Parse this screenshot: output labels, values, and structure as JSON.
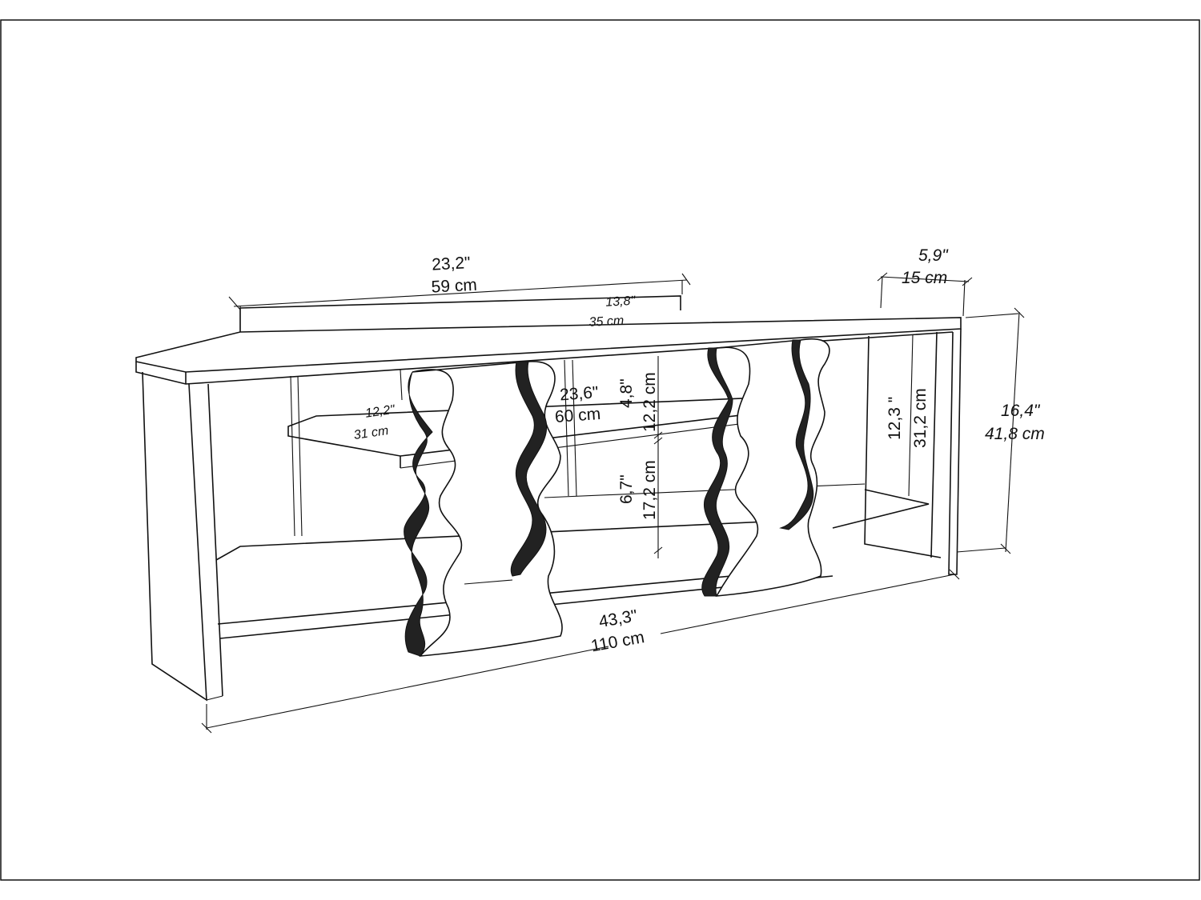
{
  "dimensions": {
    "back_width": {
      "inch": "23,2\"",
      "cm": "59 cm"
    },
    "top_depth": {
      "inch": "13,8\"",
      "cm": "35 cm"
    },
    "side_depth": {
      "inch": "5,9\"",
      "cm": "15 cm"
    },
    "total_height": {
      "inch": "16,4\"",
      "cm": "41,8 cm"
    },
    "inner_height": {
      "inch": "12,3 \"",
      "cm": "31,2 cm"
    },
    "middle_shelf_width": {
      "inch": "23,6\"",
      "cm": "60 cm"
    },
    "upper_gap": {
      "inch": "4,8\"",
      "cm": "12,2 cm"
    },
    "middle_shelf_depth": {
      "inch": "12,2\"",
      "cm": "31 cm"
    },
    "lower_gap": {
      "inch": "6,7\"",
      "cm": "17,2 cm"
    },
    "total_width": {
      "inch": "43,3\"",
      "cm": "110 cm"
    }
  }
}
